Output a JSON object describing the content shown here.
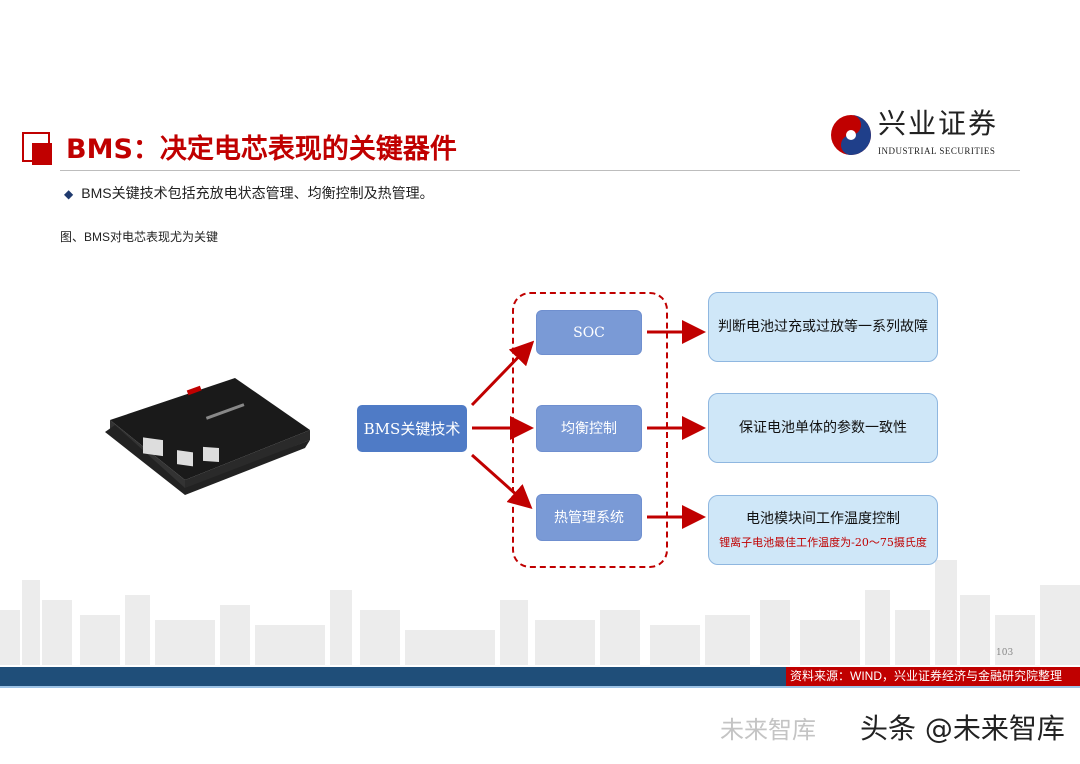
{
  "header": {
    "title": "BMS：决定电芯表现的关键器件",
    "logo_cn": "兴业证券",
    "logo_en": "INDUSTRIAL SECURITIES"
  },
  "bullet": "BMS关键技术包括充放电状态管理、均衡控制及热管理。",
  "bullet_marker": "◆",
  "caption": "图、BMS对电芯表现尤为关键",
  "diagram": {
    "root": "BMS关键技术",
    "items": [
      {
        "label": "SOC",
        "result": "判断电池过充或过放等一系列故障"
      },
      {
        "label": "均衡控制",
        "result": "保证电池单体的参数一致性"
      },
      {
        "label": "热管理系统",
        "result": "电池模块间工作温度控制",
        "note": "锂离子电池最佳工作温度为-20～75摄氏度"
      }
    ]
  },
  "page_number": "103",
  "footer": {
    "source": "资料来源：WIND，兴业证券经济与金融研究院整理"
  },
  "watermark": {
    "main": "头条 @未来智库",
    "faint": "未来智库"
  },
  "colors": {
    "brand_red": "#c00000",
    "brand_blue": "#1f4e79",
    "box_blue": "#7a9ad6",
    "light_blue": "#cfe7f8"
  }
}
